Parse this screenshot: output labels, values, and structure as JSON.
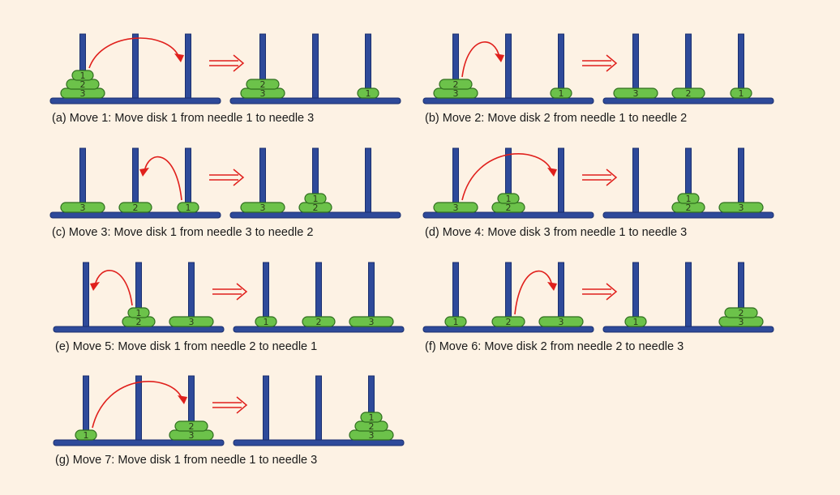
{
  "colors": {
    "background": "#fdf2e4",
    "needle": "#2e4a9a",
    "disk": "#6cc24a",
    "arrow": "#e0201c"
  },
  "steps": [
    {
      "caption": "(a) Move 1: Move disk 1 from needle 1 to needle 3",
      "before": [
        [
          "3",
          "2",
          "1"
        ],
        [],
        []
      ],
      "after": [
        [
          "3",
          "2"
        ],
        [],
        [
          "1"
        ]
      ],
      "move": {
        "from": 1,
        "to": 3
      }
    },
    {
      "caption": "(b) Move 2: Move disk 2 from needle 1 to needle 2",
      "before": [
        [
          "3",
          "2"
        ],
        [],
        [
          "1"
        ]
      ],
      "after": [
        [
          "3"
        ],
        [
          "2"
        ],
        [
          "1"
        ]
      ],
      "move": {
        "from": 1,
        "to": 2
      }
    },
    {
      "caption": "(c) Move 3: Move disk 1 from needle 3 to needle 2",
      "before": [
        [
          "3"
        ],
        [
          "2"
        ],
        [
          "1"
        ]
      ],
      "after": [
        [
          "3"
        ],
        [
          "2",
          "1"
        ],
        []
      ],
      "move": {
        "from": 3,
        "to": 2
      }
    },
    {
      "caption": "(d) Move 4: Move disk 3 from needle 1 to needle 3",
      "before": [
        [
          "3"
        ],
        [
          "2",
          "1"
        ],
        []
      ],
      "after": [
        [],
        [
          "2",
          "1"
        ],
        [
          "3"
        ]
      ],
      "move": {
        "from": 1,
        "to": 3
      }
    },
    {
      "caption": "(e) Move 5: Move disk 1 from needle 2 to needle 1",
      "before": [
        [],
        [
          "2",
          "1"
        ],
        [
          "3"
        ]
      ],
      "after": [
        [
          "1"
        ],
        [
          "2"
        ],
        [
          "3"
        ]
      ],
      "move": {
        "from": 2,
        "to": 1
      }
    },
    {
      "caption": "(f) Move 6: Move disk 2 from needle 2 to needle 3",
      "before": [
        [
          "1"
        ],
        [
          "2"
        ],
        [
          "3"
        ]
      ],
      "after": [
        [
          "1"
        ],
        [],
        [
          "3",
          "2"
        ]
      ],
      "move": {
        "from": 2,
        "to": 3
      }
    },
    {
      "caption": "(g) Move 7: Move disk 1 from needle 1 to needle 3",
      "before": [
        [
          "1"
        ],
        [],
        [
          "3",
          "2"
        ]
      ],
      "after": [
        [],
        [],
        [
          "3",
          "2",
          "1"
        ]
      ],
      "move": {
        "from": 1,
        "to": 3
      }
    }
  ]
}
